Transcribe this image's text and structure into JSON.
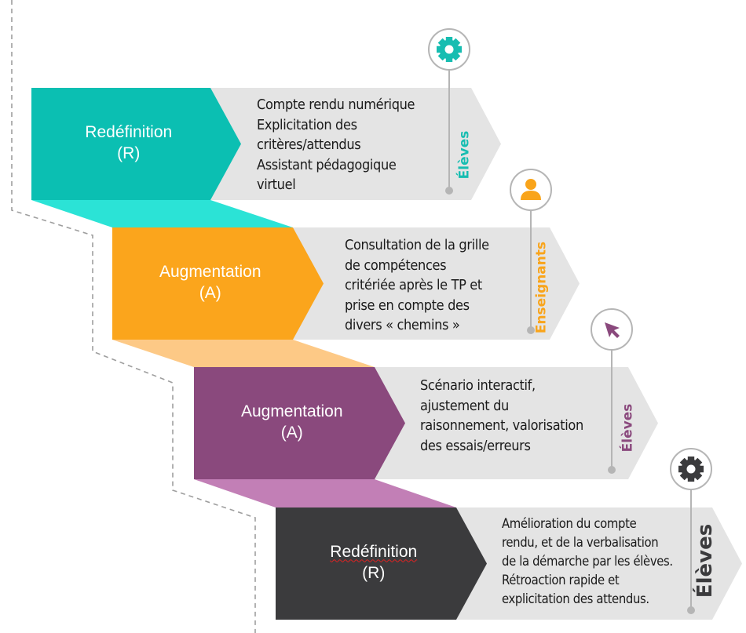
{
  "diagram": {
    "type": "SAMR staircase",
    "steps": [
      {
        "level": "Redéfinition",
        "code": "(R)",
        "color": "#0bbfb2",
        "shade_color": "#2be3d6",
        "actor": "Élèves",
        "actor_color": "#17bdb1",
        "icon": "gear-icon",
        "icon_color": "#17bdb1",
        "description": [
          "Compte rendu numérique",
          "Explicitation des",
          "critères/attendus",
          "Assistant pédagogique",
          "virtuel"
        ]
      },
      {
        "level": "Augmentation",
        "code": "(A)",
        "color": "#fba51c",
        "shade_color": "#fdc986",
        "actor": "Enseignants",
        "actor_color": "#f9a41a",
        "icon": "user-icon",
        "icon_color": "#f9a41a",
        "description": [
          "Consultation de la grille",
          "de compétences",
          "critériée après le TP et",
          "prise en compte des",
          "divers « chemins »"
        ]
      },
      {
        "level": "Augmentation",
        "code": "(A)",
        "color": "#8a497d",
        "shade_color": "#c27fb6",
        "actor": "Élèves",
        "actor_color": "#8a497d",
        "icon": "cursor-icon",
        "icon_color": "#8a497d",
        "description": [
          "Scénario interactif,",
          "ajustement du",
          "raisonnement, valorisation",
          "des essais/erreurs"
        ]
      },
      {
        "level": "Redéfinition",
        "code": "(R)",
        "color": "#3b3b3d",
        "shade_color": null,
        "actor": "Élèves",
        "actor_color": "#3b3b3d",
        "icon": "gear-icon",
        "icon_color": "#3b3b3d",
        "description": [
          "Amélioration du compte",
          "rendu, et de la verbalisation",
          "de la démarche par les élèves.",
          "Rétroaction rapide et",
          "explicitation des attendus."
        ]
      }
    ],
    "colors": {
      "arrow_bg": "#e4e4e4",
      "connector": "#b5b5b5",
      "dashed_line": "#9e9e9e"
    }
  }
}
